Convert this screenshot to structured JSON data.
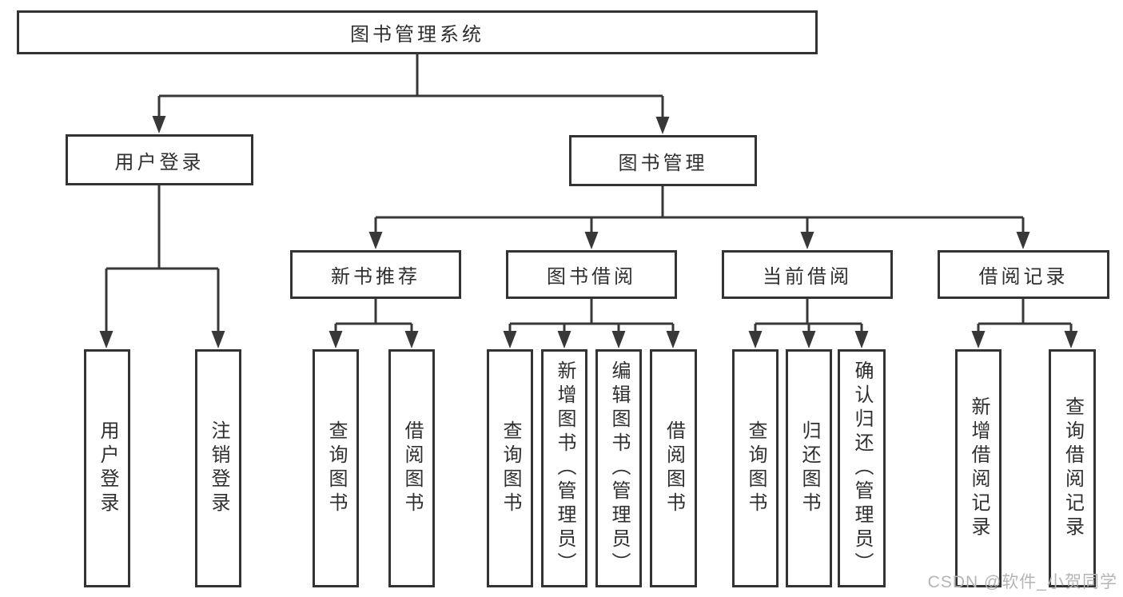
{
  "tree": {
    "label": "图书管理系统",
    "children": [
      {
        "label": "用户登录",
        "children": [
          {
            "label": "用户登录"
          },
          {
            "label": "注销登录"
          }
        ]
      },
      {
        "label": "图书管理",
        "children": [
          {
            "label": "新书推荐",
            "children": [
              {
                "label": "查询图书"
              },
              {
                "label": "借阅图书"
              }
            ]
          },
          {
            "label": "图书借阅",
            "children": [
              {
                "label": "查询图书"
              },
              {
                "label": "新增图书（管理员）"
              },
              {
                "label": "编辑图书（管理员）"
              },
              {
                "label": "借阅图书"
              }
            ]
          },
          {
            "label": "当前借阅",
            "children": [
              {
                "label": "查询图书"
              },
              {
                "label": "归还图书"
              },
              {
                "label": "确认归还（管理员）"
              }
            ]
          },
          {
            "label": "借阅记录",
            "children": [
              {
                "label": "新增借阅记录"
              },
              {
                "label": "查询借阅记录"
              }
            ]
          }
        ]
      }
    ]
  },
  "watermark": {
    "text": "CSDN @软件_小贺同学"
  },
  "colors": {
    "line": "#383838",
    "box_border": "#333333",
    "text": "#2f2f2f",
    "watermark": "#b5b5b5",
    "background": "#ffffff"
  }
}
